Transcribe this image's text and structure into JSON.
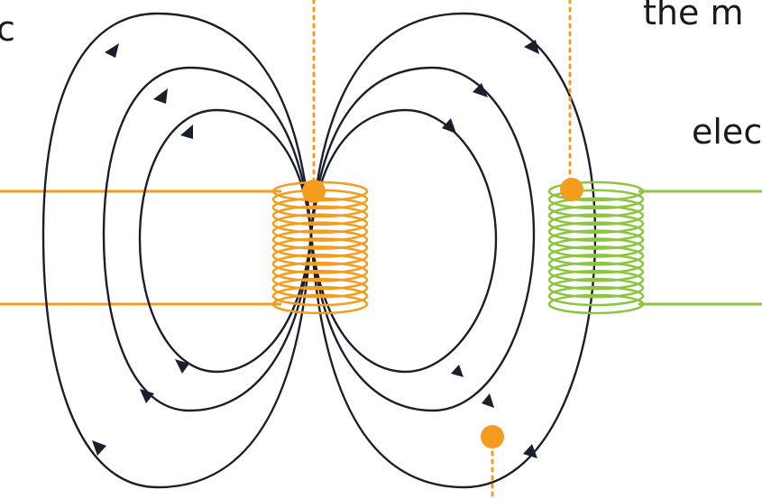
{
  "labels": {
    "left": "c",
    "top_right": "the m",
    "mid_right": "elec"
  },
  "colors": {
    "field_lines": "#1a1f2b",
    "primary_coil": "#f39c1e",
    "secondary_coil": "#8cc63f",
    "marker": "#f39c1e",
    "background": "#ffffff"
  },
  "icons": {
    "field_arrow": "arrow-head-icon",
    "marker": "callout-dot-icon"
  }
}
